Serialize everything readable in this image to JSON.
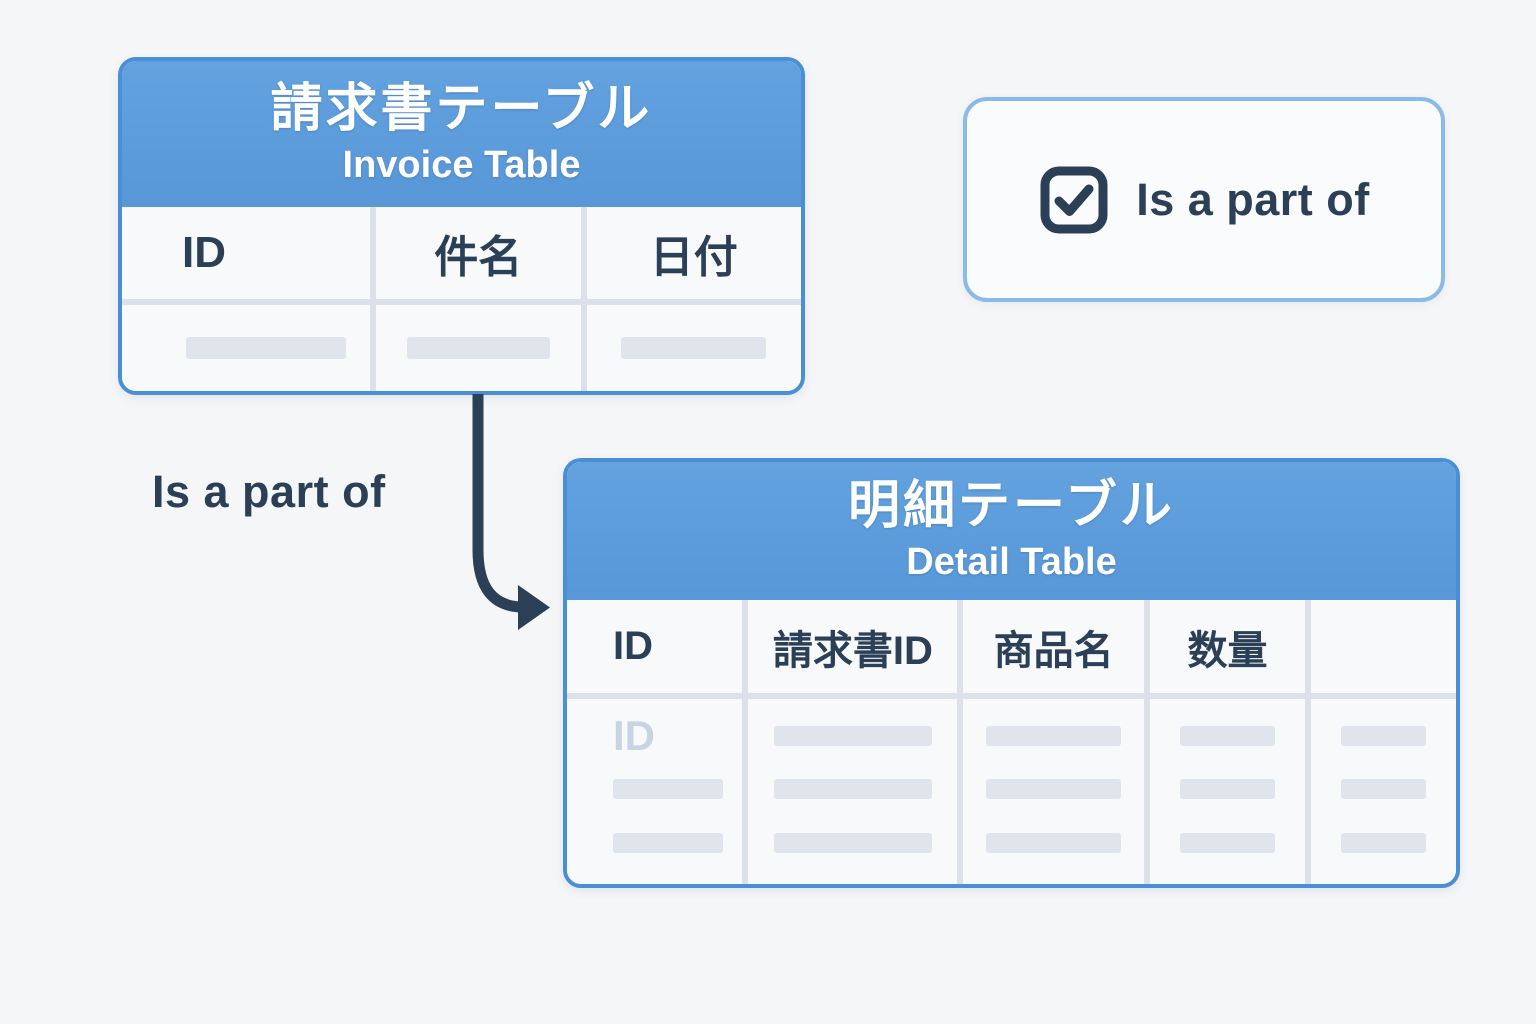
{
  "invoice_table": {
    "title_ja": "請求書テーブル",
    "title_en": "Invoice Table",
    "columns": [
      "ID",
      "件名",
      "日付"
    ]
  },
  "detail_table": {
    "title_ja": "明細テーブル",
    "title_en": "Detail Table",
    "columns": [
      "ID",
      "請求書ID",
      "商品名",
      "数量",
      ""
    ],
    "ghost_cell_label": "ID"
  },
  "relationship": {
    "label": "Is a part of"
  },
  "legend": {
    "label": "Is a part of",
    "icon": "checkbox-checked-icon"
  },
  "colors": {
    "header_blue": "#5c9bda",
    "table_border_blue": "#4a8fd5",
    "legend_border_blue": "#8abae8",
    "navy_text": "#2b4057",
    "grid_line": "#dbe0e9",
    "placeholder_bar": "#dfe4ed",
    "ghost_text": "#c8d3e3",
    "page_background": "#f5f6f8"
  }
}
